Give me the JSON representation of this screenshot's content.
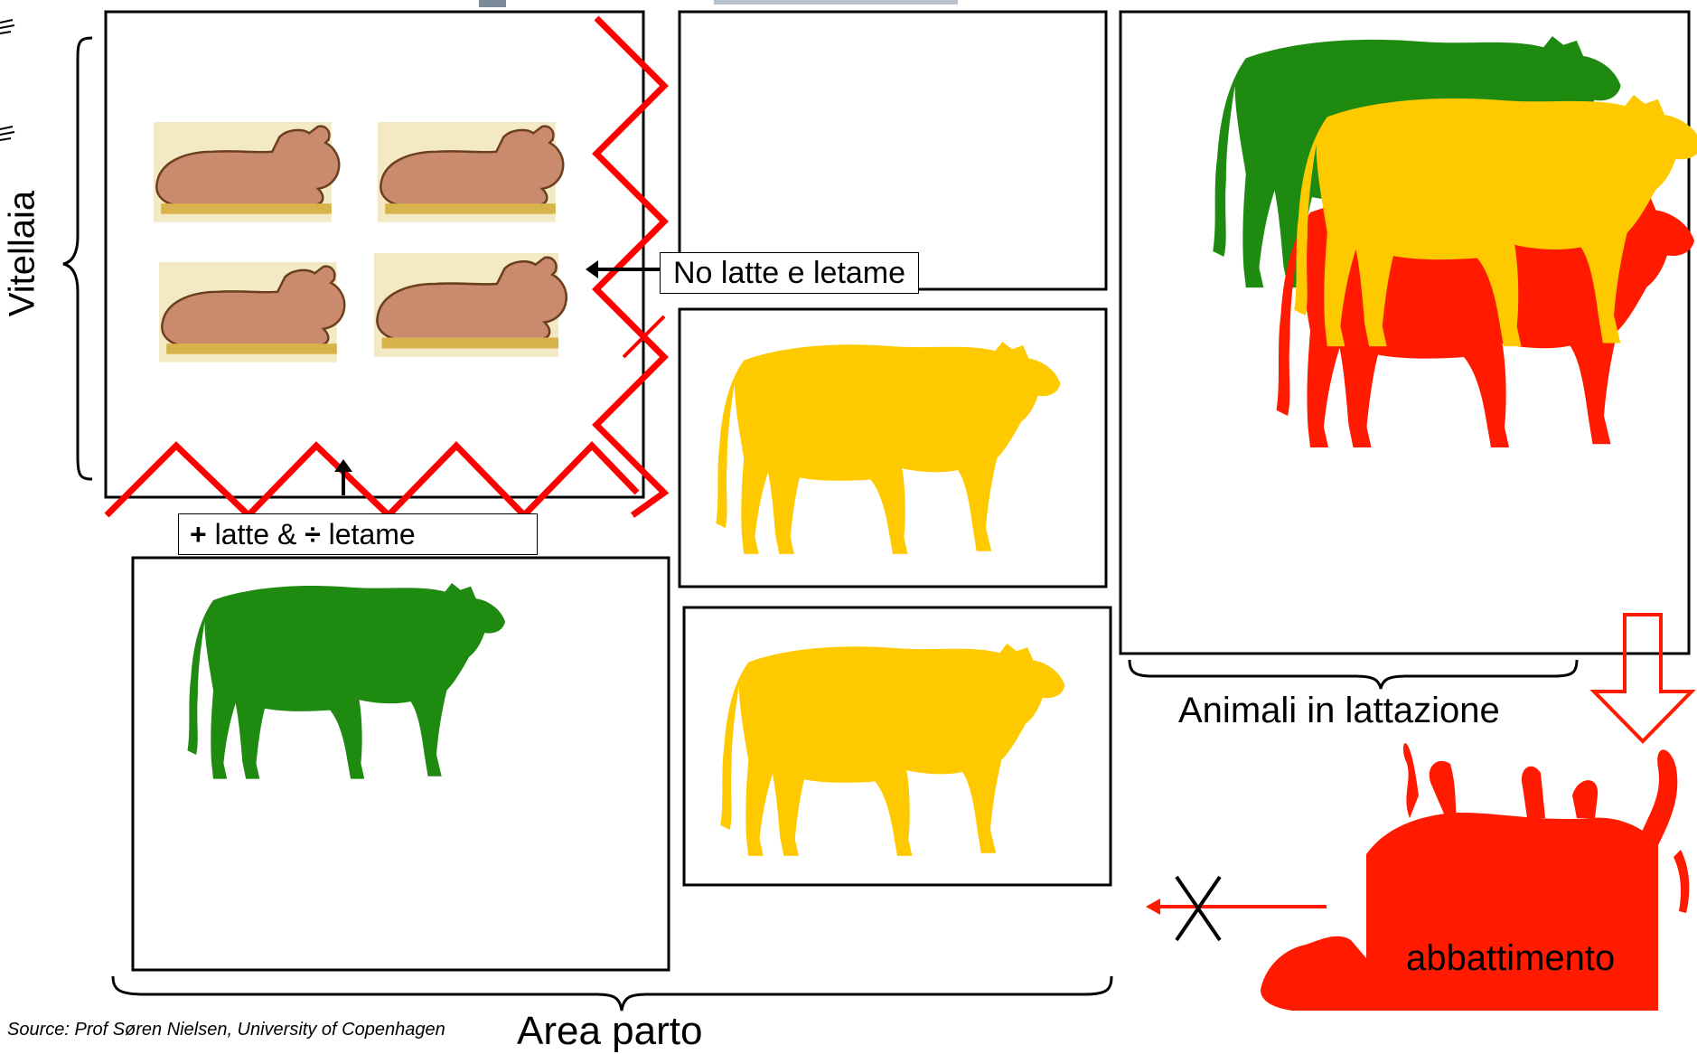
{
  "labels": {
    "calf_area": "Vitellaia",
    "calf_arrow_right": "No latte e letame",
    "calf_arrow_bottom_plus": "+",
    "calf_arrow_bottom_text1": " latte & ",
    "calf_arrow_bottom_div": "÷",
    "calf_arrow_bottom_text2": " letame",
    "lactating": "Animali in lattazione",
    "calving": "Area parto",
    "slaughter": "abbattimento",
    "source": "Source: Prof Søren Nielsen, University of Copenhagen"
  },
  "colors": {
    "green": "#1e8a10",
    "yellow": "#ffc900",
    "red": "#ff1a00",
    "calf_brown": "#c98a6e",
    "barrier": "#ff0000",
    "title_fragment": "#7c8a99"
  }
}
